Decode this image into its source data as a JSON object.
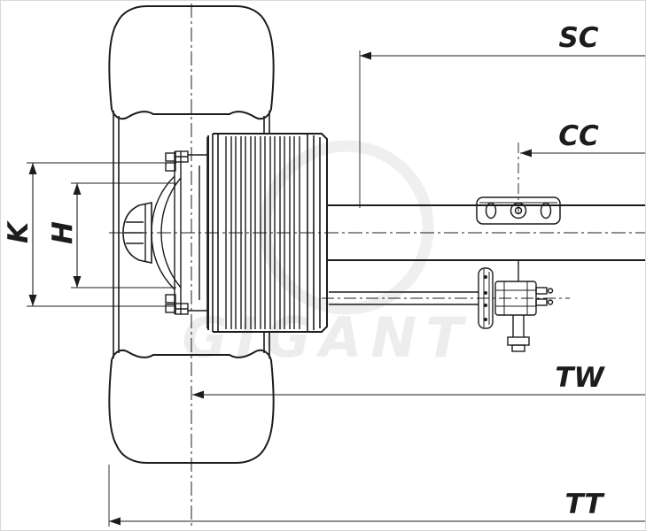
{
  "diagram": {
    "watermark": "GIGANT",
    "labels": {
      "sc": "SC",
      "cc": "CC",
      "tw": "TW",
      "tt": "TT",
      "k": "K",
      "h": "H"
    },
    "colors": {
      "line": "#1c1c1c",
      "background": "#ffffff",
      "watermark": "#e2e2e2"
    }
  }
}
